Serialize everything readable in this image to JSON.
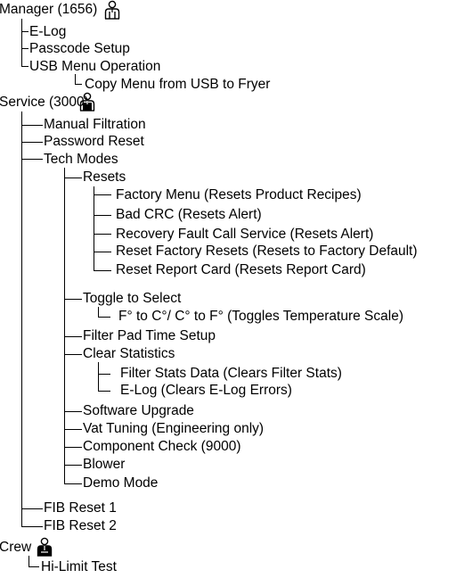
{
  "manager": {
    "label": "Manager (1656)",
    "icon": "manager-person-icon",
    "items": {
      "elog": "E-Log",
      "passcode_setup": "Passcode Setup",
      "usb_menu_operation": "USB Menu Operation",
      "copy_menu": "Copy Menu from USB to Fryer"
    }
  },
  "service": {
    "label": "Service (3000)",
    "icon": "service-person-icon",
    "items": {
      "manual_filtration": "Manual Filtration",
      "password_reset": "Password Reset",
      "tech_modes": "Tech Modes",
      "resets": "Resets",
      "factory_menu": "Factory Menu (Resets Product Recipes)",
      "bad_crc": "Bad CRC (Resets Alert)",
      "recovery_fault": "Recovery Fault Call Service (Resets Alert)",
      "reset_factory_resets": "Reset Factory Resets (Resets to Factory Default)",
      "reset_report_card": "Reset Report Card (Resets Report Card)",
      "toggle_to_select": "Toggle to Select",
      "temp_scale": "F° to C°/ C° to F° (Toggles Temperature Scale)",
      "filter_pad_time": "Filter Pad Time Setup",
      "clear_statistics": "Clear Statistics",
      "filter_stats_data": "Filter Stats Data (Clears Filter Stats)",
      "elog_clear": "E-Log (Clears E-Log Errors)",
      "software_upgrade": "Software Upgrade",
      "vat_tuning": "Vat Tuning (Engineering only)",
      "component_check": "Component Check (9000)",
      "blower": "Blower",
      "demo_mode": "Demo Mode",
      "fib_reset_1": "FIB Reset 1",
      "fib_reset_2": "FIB Reset 2"
    }
  },
  "crew": {
    "label": "Crew",
    "icon": "crew-person-icon",
    "items": {
      "hi_limit_test": "Hi-Limit Test"
    }
  }
}
